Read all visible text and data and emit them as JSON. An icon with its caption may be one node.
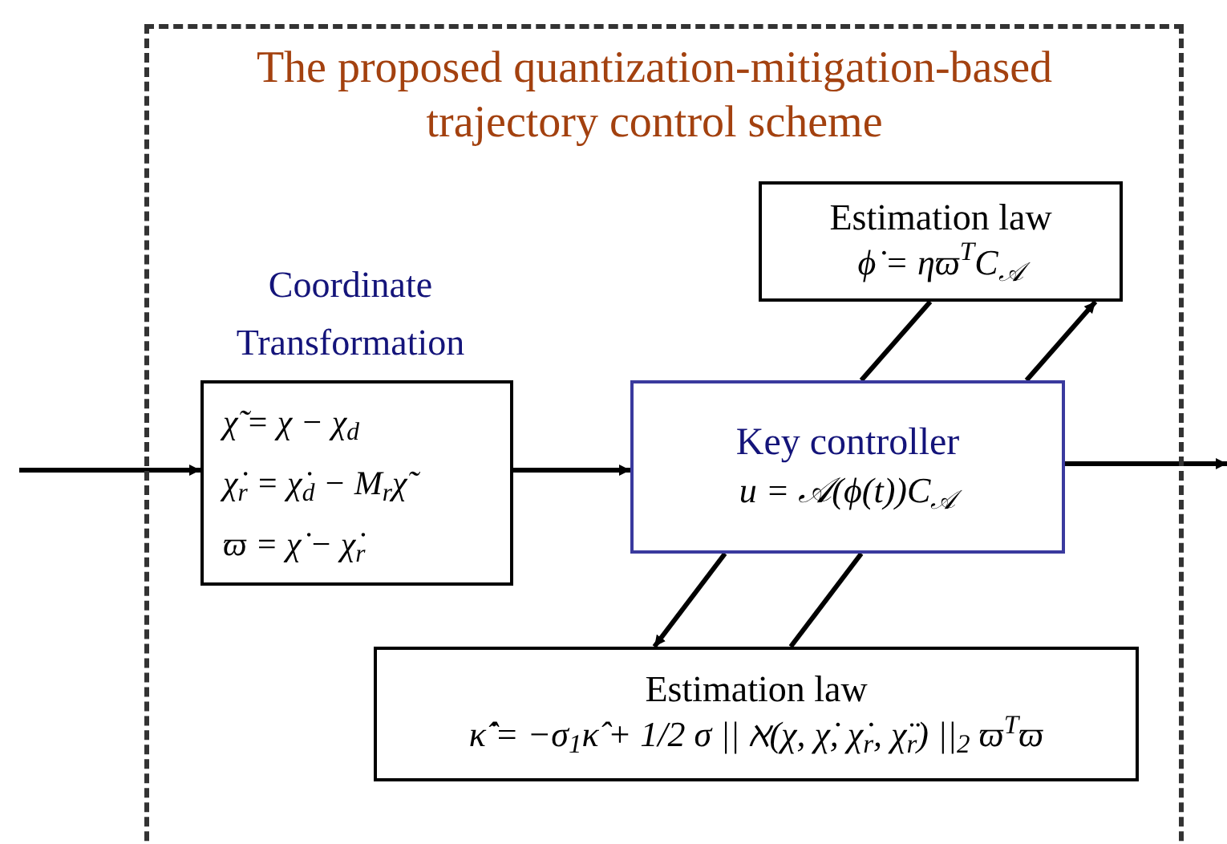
{
  "diagram": {
    "nodes": [
      {
        "text": [
          "The proposed quantization-mitigation-based trajectory control scheme"
        ]
      },
      {
        "text": [
          "Coordinate Transformation",
          "χ̃ = χ − χ$_{d}$",
          "χ̇$_{r}$ = χ̇$_{d}$ − M$_{r}$χ̃",
          "ϖ = χ̇ − χ̇$_{r}$"
        ],
        "in": 0
      },
      {
        "text": [
          "Key controller",
          "u = 𝒜(ϕ(t))C$_{𝒜}$"
        ],
        "in": 0
      },
      {
        "text": [
          "Estimation law",
          "ϕ̇ = ηϖ$^{T}$C$_{𝒜}$"
        ],
        "in": 0
      },
      {
        "text": [
          "Estimation law",
          "κ̂̇ = −σ$_{1}$κ̂ + 1/2 σ || ℵ(χ, χ̇, χ̇$_{r}$, χ̈$_{r}$) ||$_{2}$ ϖ$^{T}$ϖ"
        ],
        "in": 0
      }
    ],
    "edges": [
      {
        "from": null,
        "to": 1,
        "arrow": "to"
      },
      {
        "from": 1,
        "to": 2,
        "arrow": "to"
      },
      {
        "from": 2,
        "to": null,
        "arrow": "to"
      },
      {
        "from": 3,
        "to": 2,
        "arrow": "none"
      },
      {
        "from": 2,
        "to": 3,
        "arrow": "to"
      },
      {
        "from": 4,
        "to": 2,
        "arrow": "none"
      },
      {
        "from": 2,
        "to": 4,
        "arrow": "to"
      }
    ]
  }
}
